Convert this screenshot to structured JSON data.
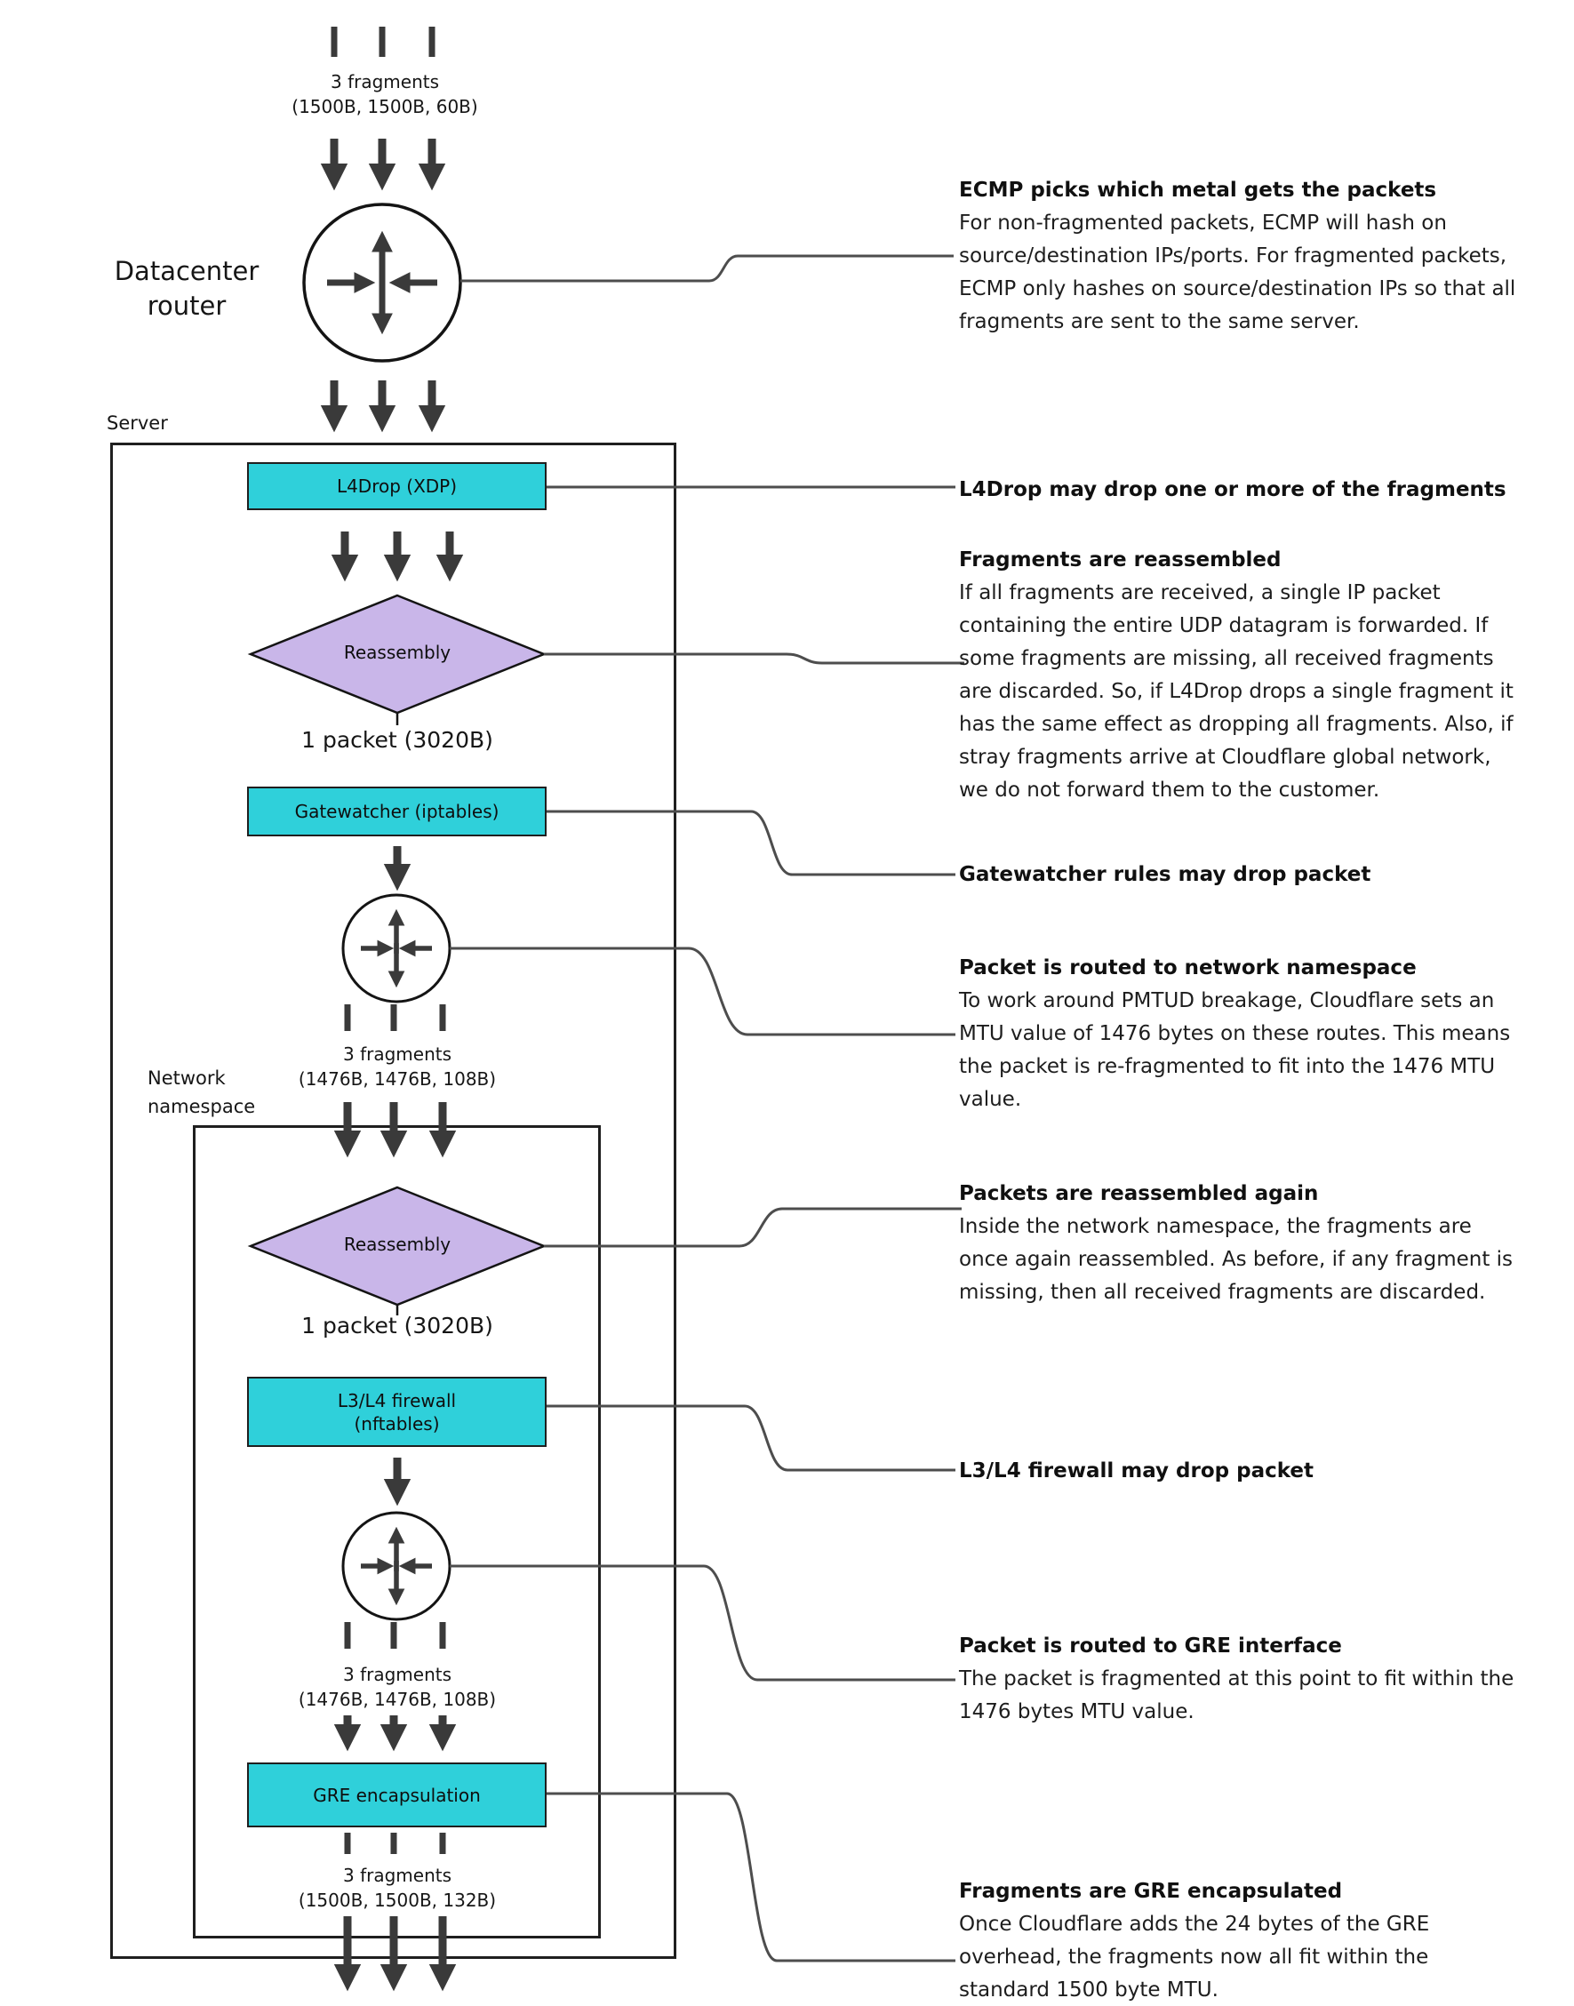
{
  "colors": {
    "cyan": "#2fd0da",
    "purple": "#c9b6e9",
    "arrow": "#3a3a3a",
    "line": "#4d4d4d",
    "ink": "#1f1f1f"
  },
  "diagram": {
    "datacenter_router_label": "Datacenter router",
    "server_label": "Server",
    "namespace_label": "Network namespace",
    "packet_label_1": "1 packet (3020B)",
    "packet_label_2": "1 packet (3020B)",
    "fragments": [
      {
        "title": "3 fragments",
        "sizes": "(1500B, 1500B, 60B)"
      },
      {
        "title": "3 fragments",
        "sizes": "(1476B, 1476B, 108B)"
      },
      {
        "title": "3 fragments",
        "sizes": "(1476B, 1476B, 108B)"
      },
      {
        "title": "3 fragments",
        "sizes": "(1500B, 1500B, 132B)"
      }
    ],
    "nodes": {
      "l4drop": "L4Drop (XDP)",
      "reassembly1": "Reassembly",
      "gatewatcher": "Gatewatcher (iptables)",
      "reassembly2": "Reassembly",
      "firewall_line1": "L3/L4 firewall",
      "firewall_line2": "(nftables)",
      "gre": "GRE encapsulation"
    }
  },
  "annotations": [
    {
      "heading": "ECMP picks which metal gets the packets",
      "body": "For non-fragmented packets, ECMP will hash on source/destination IPs/ports. For fragmented packets, ECMP only hashes on source/destination IPs so that all fragments are sent to the same server."
    },
    {
      "heading": "L4Drop may drop one or more of the fragments",
      "body": ""
    },
    {
      "heading": "Fragments are reassembled",
      "body": "If all fragments are received, a single IP packet containing the entire UDP datagram is forwarded. If some fragments are missing, all received fragments are discarded. So, if L4Drop drops a single fragment it has the same effect as dropping all fragments. Also, if stray fragments arrive at Cloudflare global network, we do not forward them to the customer."
    },
    {
      "heading": "Gatewatcher rules may drop packet",
      "body": ""
    },
    {
      "heading": "Packet is routed to network namespace",
      "body": "To work around PMTUD breakage, Cloudflare sets an MTU value of 1476 bytes on these routes. This means the packet is re-fragmented to fit into the 1476 MTU value."
    },
    {
      "heading": "Packets are reassembled again",
      "body": "Inside the network namespace, the fragments are once again reassembled. As before, if any fragment is missing, then all received fragments are discarded."
    },
    {
      "heading": "L3/L4 firewall may drop packet",
      "body": ""
    },
    {
      "heading": "Packet is routed to GRE interface",
      "body": "The packet is fragmented at this point to fit within the 1476 bytes MTU value."
    },
    {
      "heading": "Fragments are GRE encapsulated",
      "body": "Once Cloudflare adds the 24 bytes of the GRE overhead, the fragments now all fit within the standard 1500 byte MTU."
    }
  ]
}
